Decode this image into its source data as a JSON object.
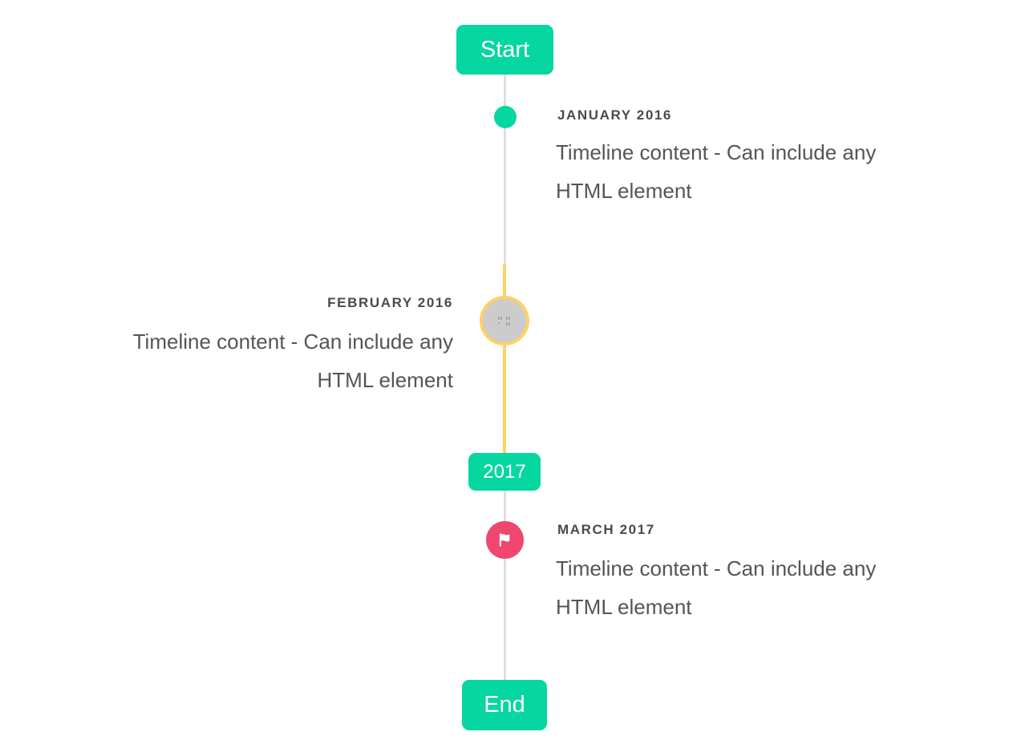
{
  "colors": {
    "accent": "#06D6A0",
    "highlight": "#FFD166",
    "marker_red": "#EF476F",
    "line_gray": "#dfdfdf",
    "circle_gray": "#cccccc"
  },
  "timeline": {
    "start_badge": "Start",
    "year_badge": "2017",
    "end_badge": "End",
    "items": [
      {
        "title": "JANUARY 2016",
        "content": "Timeline content - Can include any HTML element",
        "side": "right",
        "marker": "teal-dot"
      },
      {
        "title": "FEBRUARY 2016",
        "content": "Timeline content - Can include any HTML element",
        "side": "left",
        "marker": "image-circle-yellow-ring"
      },
      {
        "title": "MARCH 2017",
        "content": "Timeline content - Can include any HTML element",
        "side": "right",
        "marker": "flag-circle"
      }
    ]
  }
}
